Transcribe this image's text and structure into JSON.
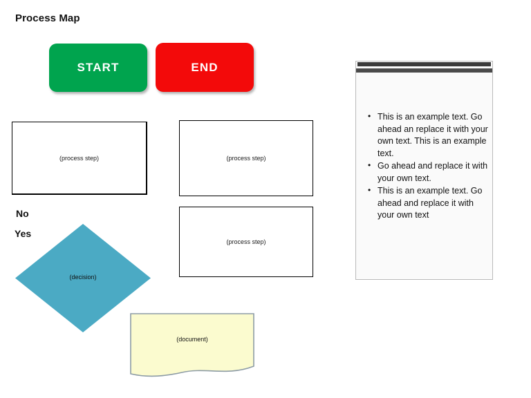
{
  "page": {
    "title": "Process Map"
  },
  "terminators": [
    {
      "id": "start",
      "label": "START",
      "color": "#00A44E"
    },
    {
      "id": "end",
      "label": "END",
      "color": "#F30A0A"
    }
  ],
  "process_steps": [
    {
      "id": "process-1",
      "label": "(process step)"
    },
    {
      "id": "process-2",
      "label": "(process step)"
    },
    {
      "id": "process-3",
      "label": "(process step)"
    }
  ],
  "branch_labels": {
    "no": "No",
    "yes": "Yes"
  },
  "decision": {
    "label": "(decision)",
    "color": "#4BAAC4"
  },
  "document": {
    "label": "(document)",
    "fill": "#FBFBCF",
    "stroke": "#8C9BA5"
  },
  "notes_panel": {
    "bullets": [
      "This is an example text. Go ahead an replace it with your own text. This is an example text.",
      " Go ahead and replace it with your own text.",
      "This is an example text. Go ahead and replace it with your own text"
    ]
  }
}
